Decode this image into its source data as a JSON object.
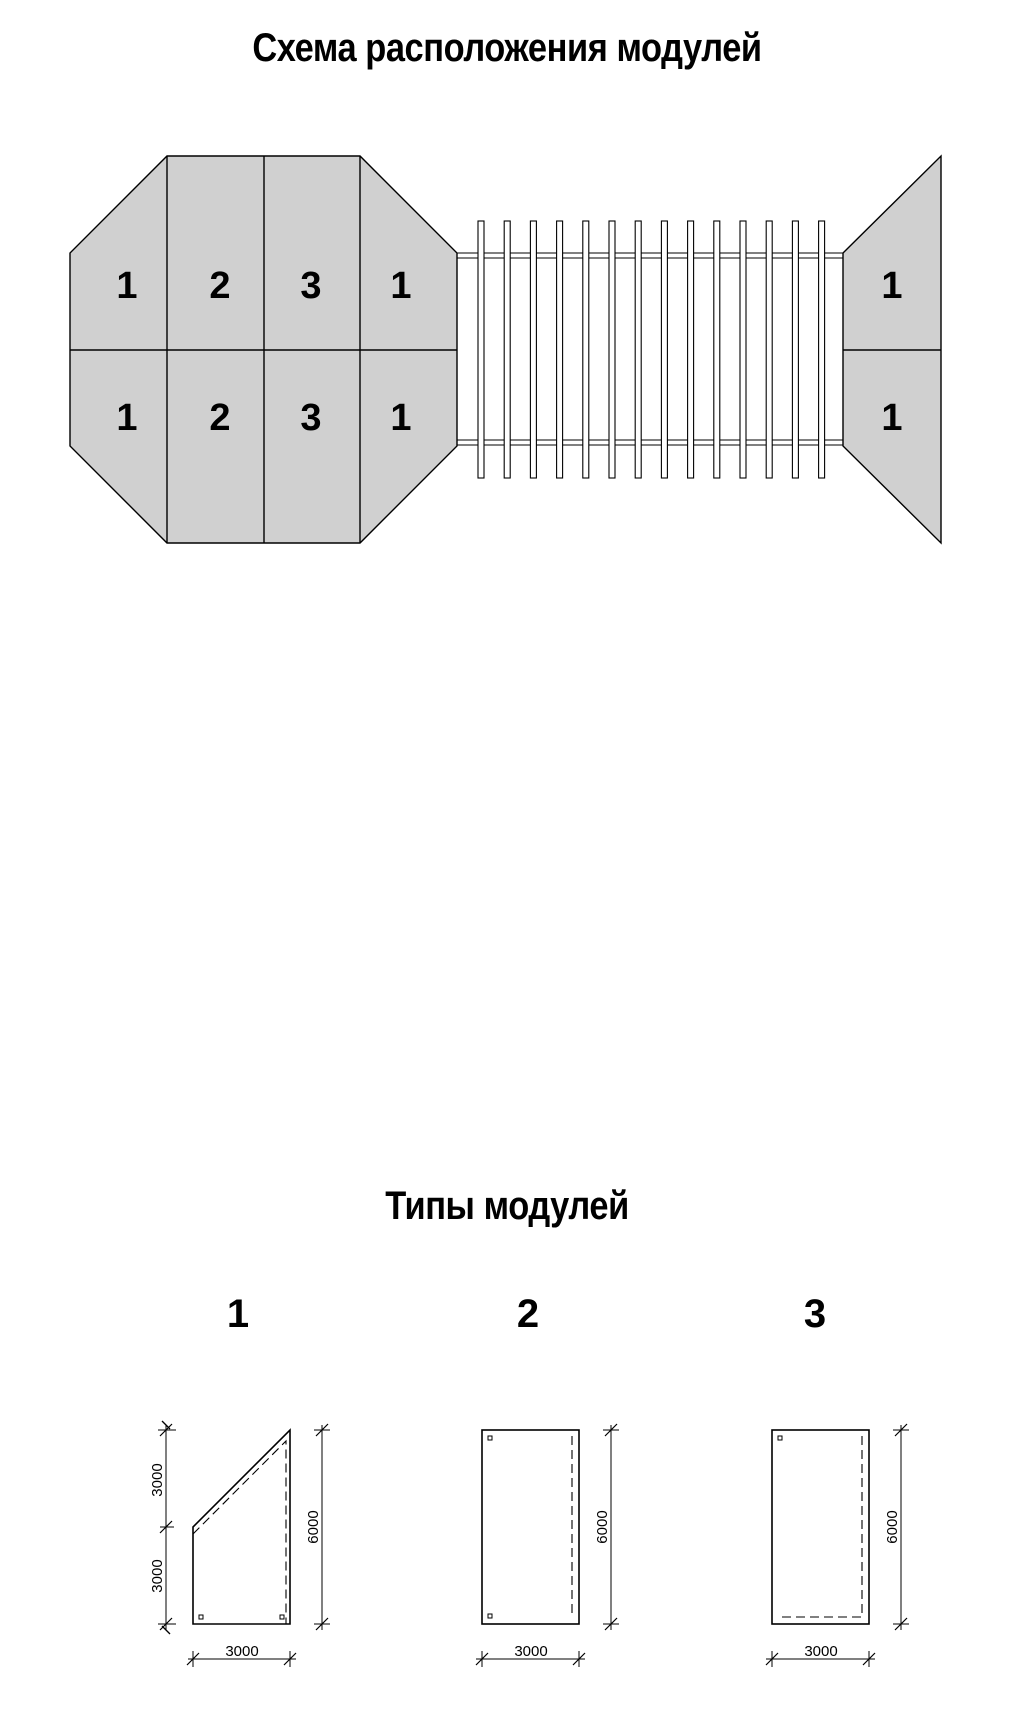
{
  "titles": {
    "layout": "Схема расположения модулей",
    "types": "Типы модулей"
  },
  "layout_modules": {
    "octagon_top": [
      "1",
      "2",
      "3",
      "1"
    ],
    "octagon_bottom": [
      "1",
      "2",
      "3",
      "1"
    ],
    "wing_top": "1",
    "wing_bottom": "1"
  },
  "module_types": [
    {
      "label": "1",
      "width_dim": "3000",
      "height_dim": "6000",
      "lower_dim": "3000",
      "upper_dim": "3000"
    },
    {
      "label": "2",
      "width_dim": "3000",
      "height_dim": "6000"
    },
    {
      "label": "3",
      "width_dim": "3000",
      "height_dim": "6000"
    }
  ],
  "colors": {
    "module_fill": "#d0d0d0",
    "line": "#000000"
  }
}
